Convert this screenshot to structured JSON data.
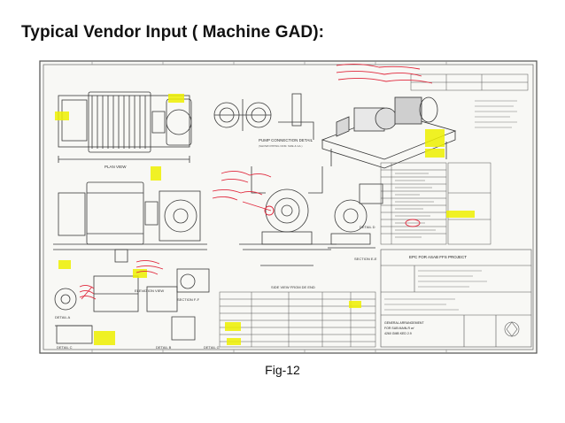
{
  "slide": {
    "title": "Typical Vendor Input ( Machine GAD):",
    "caption": "Fig-12"
  },
  "drawing": {
    "view_labels": [
      "PLAN VIEW",
      "PUMP CONNECTION DETAIL",
      "ELEVATION VIEW",
      "DETAIL D",
      "SECTION E-E",
      "SECTION F-F",
      "SIDE VIEW FROM DE END",
      "DETAIL A",
      "DETAIL C",
      "DETAIL B",
      "DETAIL G"
    ],
    "title_block": {
      "project": "EPC FOR ASAB FFS PROJECT",
      "drawing_title": "GENERAL ARRANGEMENT FOR SUB MAIN-R w/ 4260 GMB KED 2.9"
    }
  },
  "colors": {
    "ink": "#3a3a3a",
    "markup_red": "#e0283c",
    "highlight_yellow": "#eef000"
  }
}
